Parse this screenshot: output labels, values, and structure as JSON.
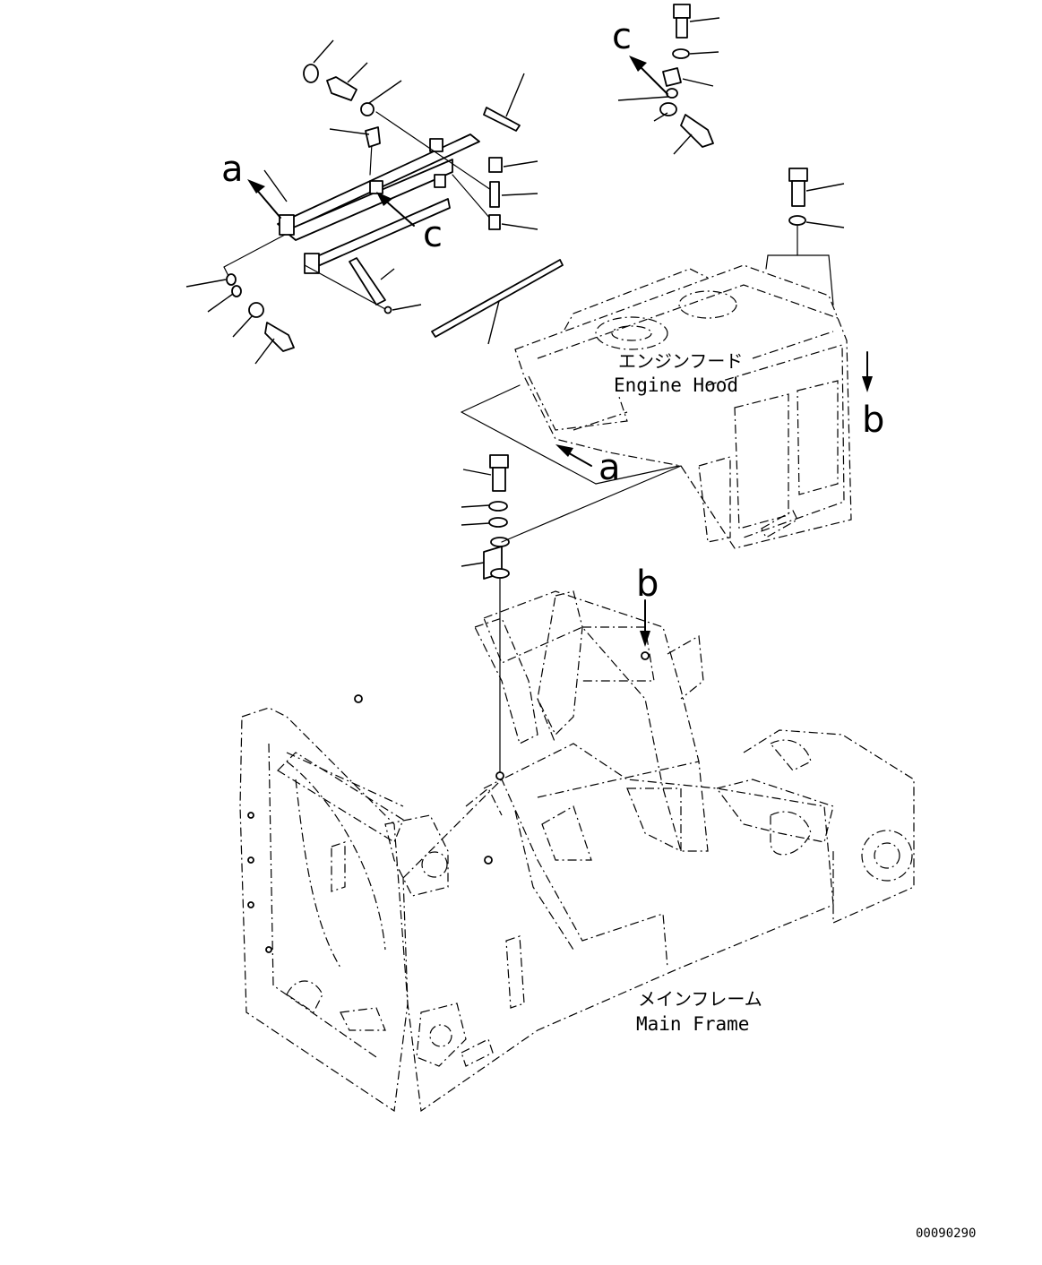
{
  "labels": {
    "engine_hood_jp": "エンジンフード",
    "engine_hood_en": "Engine Hood",
    "main_frame_jp": "メインフレーム",
    "main_frame_en": "Main Frame",
    "drawing_number": "00090290"
  },
  "refs": {
    "a": "a",
    "b": "b",
    "c": "c"
  }
}
